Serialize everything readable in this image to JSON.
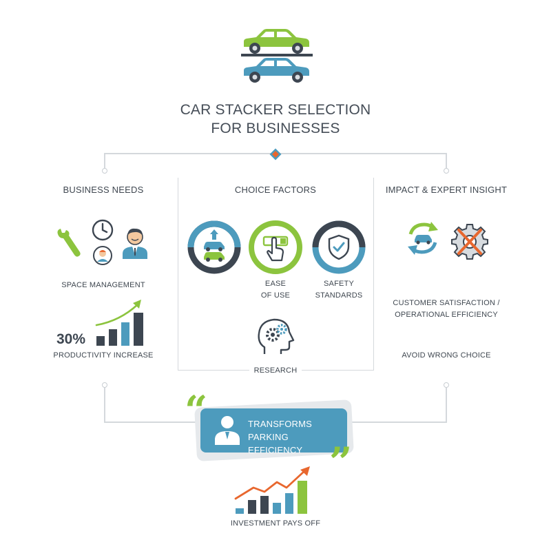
{
  "title": {
    "line1": "CAR STACKER SELECTION",
    "line2": "FOR BUSINESSES"
  },
  "columns": {
    "left": {
      "heading": "BUSINESS NEEDS",
      "space_label": "SPACE MANAGEMENT",
      "stat_value": "30%",
      "stat_label": "PRODUCTIVITY INCREASE"
    },
    "center": {
      "heading": "CHOICE FACTORS",
      "ease_line1": "EASE",
      "ease_line2": "OF USE",
      "safety_line1": "SAFETY",
      "safety_line2": "STANDARDS",
      "research_label": "RESEARCH"
    },
    "right": {
      "heading": "IMPACT & EXPERT INSIGHT",
      "satisfaction_line1": "CUSTOMER SATISFACTION /",
      "satisfaction_line2": "OPERATIONAL EFFICIENCY",
      "avoid_label": "AVOID WRONG CHOICE"
    }
  },
  "quote": {
    "line1": "TRANSFORMS PARKING",
    "line2": "EFFICIENCY"
  },
  "footer": {
    "label": "INVESTMENT PAYS OFF"
  },
  "colors": {
    "green": "#8cc43e",
    "blue": "#4d9bbd",
    "dark": "#3d4651",
    "orange": "#e8672e"
  }
}
